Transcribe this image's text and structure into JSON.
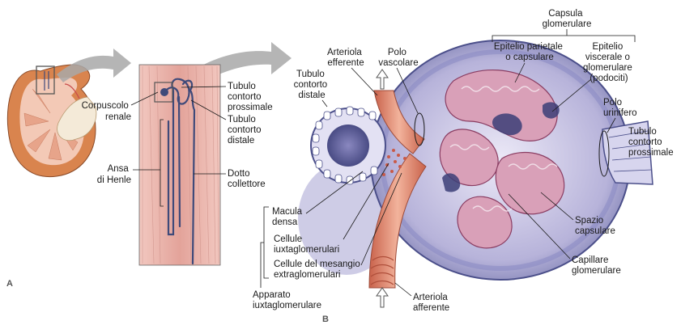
{
  "panels": {
    "a": "A",
    "b": "B"
  },
  "labels": {
    "corpuscolo_renale": [
      "Corpuscolo",
      "renale"
    ],
    "ansa_di_henle": [
      "Ansa",
      "di Henle"
    ],
    "tubulo_contorto_prossimale_a": [
      "Tubulo",
      "contorto",
      "prossimale"
    ],
    "tubulo_contorto_distale_a": [
      "Tubulo",
      "contorto",
      "distale"
    ],
    "dotto_collettore": [
      "Dotto",
      "collettore"
    ],
    "arteriola_efferente": [
      "Arteriola",
      "efferente"
    ],
    "polo_vascolare": [
      "Polo",
      "vascolare"
    ],
    "tubulo_contorto_distale_b": [
      "Tubulo",
      "contorto",
      "distale"
    ],
    "capsula_glomerulare": [
      "Capsula",
      "glomerulare"
    ],
    "epitelio_parietale": [
      "Epitelio parietale",
      "o capsulare"
    ],
    "epitelio_viscerale": [
      "Epitelio",
      "viscerale o",
      "glomerulare",
      "(podociti)"
    ],
    "polo_urinifero": [
      "Polo",
      "urinifero"
    ],
    "tubulo_contorto_prossimale_b": [
      "Tubulo",
      "contorto",
      "prossimale"
    ],
    "spazio_capsulare": [
      "Spazio",
      "capsulare"
    ],
    "capillare_glomerulare": [
      "Capillare",
      "glomerulare"
    ],
    "macula_densa": [
      "Macula",
      "densa"
    ],
    "cellule_iuxtaglomerulari": [
      "Cellule",
      "iuxtaglomerulari"
    ],
    "cellule_mesangio": [
      "Cellule del mesangio",
      "extraglomerulari"
    ],
    "apparato_iuxtaglomerulare": [
      "Apparato",
      "iuxtaglomerulare"
    ],
    "arteriola_afferente": [
      "Arteriola",
      "afferente"
    ]
  },
  "colors": {
    "kidney_cortex": "#d9844e",
    "kidney_medulla": "#f3c9b6",
    "pelvis": "#f4ead8",
    "muscle_pink": "#e8b0a8",
    "tubule_blue": "#3f4a7a",
    "capsule_lavender": "#c6c3e4",
    "capsule_dark": "#4b4f8a",
    "capillary_pink": "#d9a0b8",
    "arteriole": "#e8947c",
    "arrow_gray": "#a8a8a8"
  }
}
